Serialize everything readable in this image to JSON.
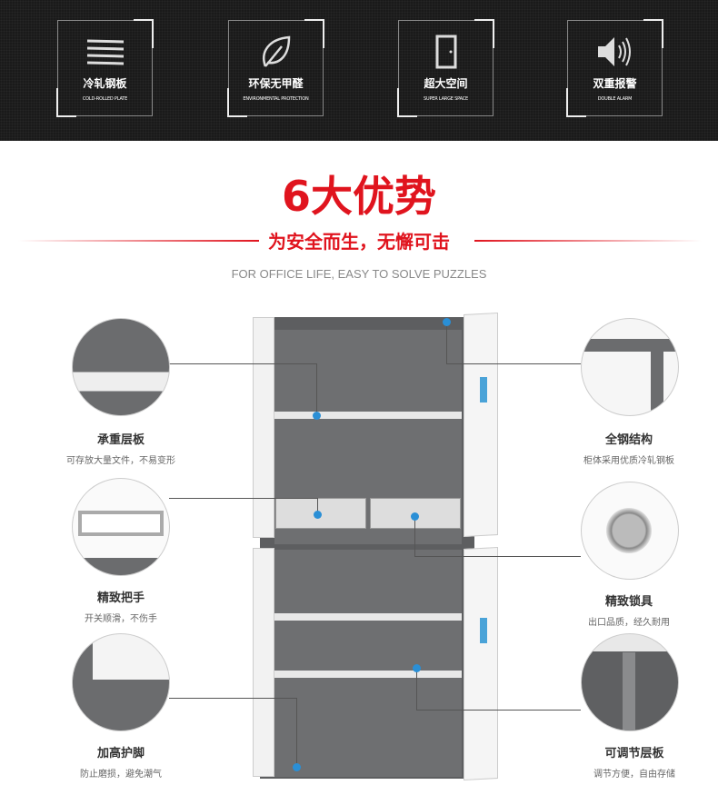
{
  "features": [
    {
      "cn": "冷轧钢板",
      "en": "COLD-ROLLED PLATE",
      "icon": "steel-plates-icon"
    },
    {
      "cn": "环保无甲醛",
      "en": "ENVIRONMENTAL PROTECTION",
      "icon": "leaf-icon"
    },
    {
      "cn": "超大空间",
      "en": "SUPER LARGE SPACE",
      "icon": "door-icon"
    },
    {
      "cn": "双重报警",
      "en": "DOUBLE ALARM",
      "icon": "speaker-icon"
    }
  ],
  "headline": {
    "title": "6大优势",
    "subtitle": "为安全而生，无懈可击",
    "english": "FOR OFFICE LIFE, EASY TO SOLVE PUZZLES"
  },
  "details": {
    "left": [
      {
        "title": "承重层板",
        "desc": "可存放大量文件，不易变形"
      },
      {
        "title": "精致把手",
        "desc": "开关顺滑，不伤手"
      },
      {
        "title": "加高护脚",
        "desc": "防止磨损，避免潮气"
      }
    ],
    "right": [
      {
        "title": "全钢结构",
        "desc": "柜体采用优质冷轧钢板"
      },
      {
        "title": "精致锁具",
        "desc": "出口品质，经久耐用"
      },
      {
        "title": "可调节层板",
        "desc": "调节方便，自由存储"
      }
    ]
  },
  "colors": {
    "accent": "#e0141e",
    "dot": "#2a8fd6",
    "steel": "#6b6c6e"
  }
}
